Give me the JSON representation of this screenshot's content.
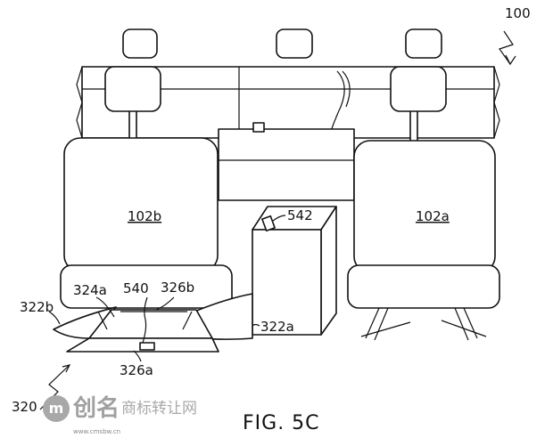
{
  "figure": {
    "title": "FIG. 5C",
    "labels": {
      "assembly": "100",
      "seat_right": "102a",
      "seat_left": "102b",
      "box": "542",
      "l324a": "324a",
      "l540": "540",
      "l326b": "326b",
      "l322b": "322b",
      "l322a": "322a",
      "l326a": "326a",
      "l320": "320"
    }
  },
  "watermark": {
    "logo": "m",
    "brand": "创名",
    "text": "商标转让网",
    "url": "www.cmsbw.cn"
  }
}
